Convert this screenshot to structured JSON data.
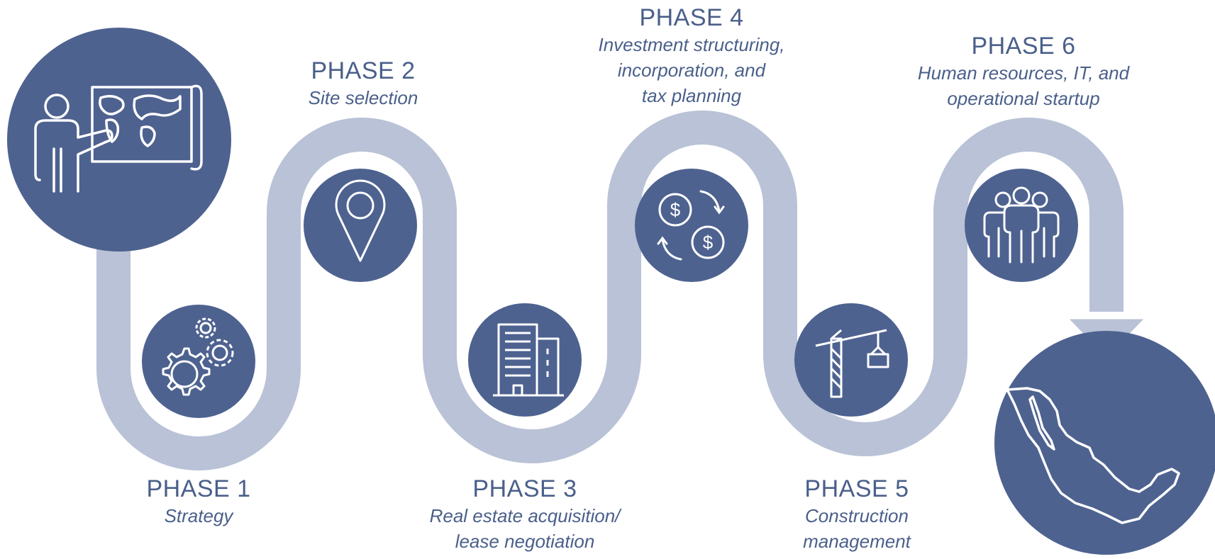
{
  "colors": {
    "circle": "#4e6290",
    "path": "#b9c2d6",
    "text": "#4a5f8a",
    "icon_stroke": "#ffffff"
  },
  "phases": [
    {
      "title": "PHASE 1",
      "desc_lines": [
        "Strategy"
      ],
      "icon": "gears-icon"
    },
    {
      "title": "PHASE 2",
      "desc_lines": [
        "Site selection"
      ],
      "icon": "location-pin-icon"
    },
    {
      "title": "PHASE 3",
      "desc_lines": [
        "Real estate acquisition/",
        "lease negotiation"
      ],
      "icon": "office-building-icon"
    },
    {
      "title": "PHASE 4",
      "desc_lines": [
        "Investment structuring,",
        "incorporation, and",
        "tax planning"
      ],
      "icon": "currency-exchange-icon"
    },
    {
      "title": "PHASE 5",
      "desc_lines": [
        "Construction",
        "management"
      ],
      "icon": "construction-crane-icon"
    },
    {
      "title": "PHASE 6",
      "desc_lines": [
        "Human resources, IT, and",
        "operational startup"
      ],
      "icon": "team-people-icon"
    }
  ],
  "start_icon": "presenter-world-map-icon",
  "end_icon": "mexico-map-icon"
}
